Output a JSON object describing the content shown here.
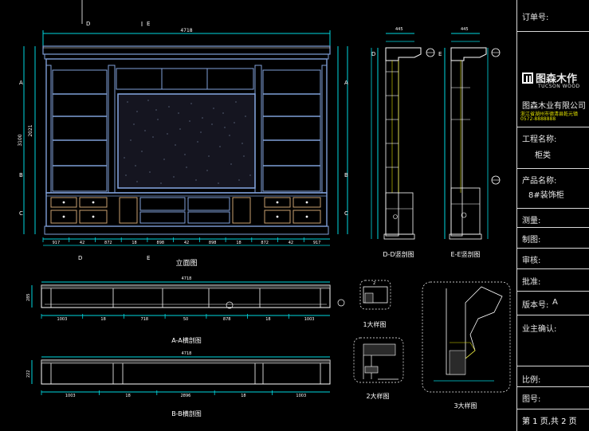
{
  "drawing": {
    "views": {
      "elevation_title": "立面图",
      "section_dd_title": "D-D竖剖图",
      "section_ee_title": "E-E竖剖图",
      "section_aa_title": "A-A横剖图",
      "section_bb_title": "B-B横剖图",
      "detail1_title": "1大样图",
      "detail2_title": "2大样图",
      "detail3_title": "3大样图"
    },
    "markers": {
      "d": "D",
      "e": "E",
      "a": "A",
      "b": "B",
      "c": "C"
    },
    "dims": {
      "total_width": "4718",
      "overall_height": "3100",
      "mid_height": "2021",
      "section_width": "445",
      "detail_label": "2",
      "bottom_dims": [
        "917",
        "42",
        "872",
        "18",
        "898",
        "42",
        "898",
        "18",
        "872",
        "42",
        "917"
      ],
      "aa_bottom_dims": [
        "1003",
        "18",
        "718",
        "50",
        "878",
        "18",
        "1003"
      ],
      "bb_bottom_dims": [
        "1003",
        "18",
        "2896",
        "18",
        "1003"
      ],
      "aa_height": "285",
      "bb_height": "222"
    }
  },
  "title_block": {
    "order_no_label": "订单号:",
    "logo_text": "图森木作",
    "logo_en": "TUCSON WOOD",
    "company": "图森木业有限公司",
    "address_line1": "浙江省湖州市德清县乾元镇",
    "address_line2": "0572-8888888",
    "project_name_label": "工程名称:",
    "project_name": "柜类",
    "product_name_label": "产品名称:",
    "product_name": "8#装饰柜",
    "measure_label": "测量:",
    "drafter_label": "制图:",
    "reviewer_label": "审核:",
    "approver_label": "批准:",
    "version_label": "版本号:",
    "version_value": "A",
    "owner_confirm_label": "业主确认:",
    "scale_label": "比例:",
    "drawing_no_label": "图号:",
    "page_info": "第 1 页,共 2 页"
  },
  "colors": {
    "background": "#000000",
    "cyan": "#00d8e0",
    "blue_frame": "#7f9fd8",
    "white": "#ffffff",
    "yellow": "#ffff00",
    "tan": "#c8a070"
  }
}
